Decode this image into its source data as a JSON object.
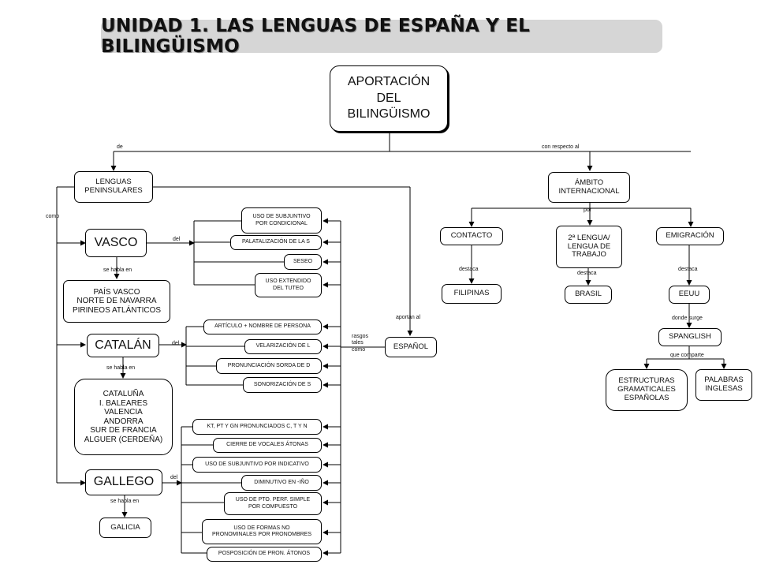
{
  "title": "UNIDAD 1. LAS LENGUAS DE ESPAÑA Y EL BILINGÜISMO",
  "root": "APORTACIÓN\nDEL\nBILINGÜISMO",
  "edge_labels": {
    "de": "de",
    "con_respecto_al": "con respecto al",
    "como": "como",
    "del_vasco": "del",
    "del_catalan": "del",
    "del_gallego": "del",
    "se_habla_en_1": "se habla en",
    "se_habla_en_2": "se habla en",
    "se_habla_en_3": "se habla en",
    "aportan_al": "aportan al",
    "rasgos_tales_como": "rasgos\ntales\ncomo",
    "por": "por",
    "destaca_1": "destaca",
    "destaca_2": "destaca",
    "destaca_3": "destaca",
    "donde_surge": "donde surge",
    "que_comparte": "que comparte"
  },
  "left": {
    "lenguas": "LENGUAS\nPENINSULARES",
    "vasco": "VASCO",
    "vasco_lugares": "PAÍS VASCO\nNORTE DE NAVARRA\nPIRINEOS ATLÁNTICOS",
    "catalan": "CATALÁN",
    "catalan_lugares": "CATALUÑA\nI. BALEARES\nVALENCIA\nANDORRA\nSUR DE FRANCIA\nALGUER (CERDEÑA)",
    "gallego": "GALLEGO",
    "gallego_lugares": "GALICIA"
  },
  "rasgos_vasco": [
    "USO DE SUBJUNTIVO\nPOR CONDICIONAL",
    "PALATALIZACIÓN DE LA S",
    "SESEO",
    "USO EXTENDIDO\nDEL TUTEO"
  ],
  "rasgos_catalan": [
    "ARTÍCULO + NOMBRE DE PERSONA",
    "VELARIZACIÓN DE L",
    "PRONUNCIACIÓN SORDA DE D",
    "SONORIZACIÓN DE S"
  ],
  "rasgos_gallego": [
    "KT, PT Y GN PRONUNCIADOS C, T Y N",
    "CIERRE DE VOCALES ÁTONAS",
    "USO DE SUBJUNTIVO POR INDICATIVO",
    "DIMINUTIVO EN -IÑO",
    "USO DE PTO. PERF. SIMPLE\nPOR COMPUESTO",
    "USO DE FORMAS NO\nPRONOMINALES POR PRONOMBRES",
    "POSPOSICIÓN DE PRON. ÁTONOS"
  ],
  "espanol": "ESPAÑOL",
  "right": {
    "ambito": "ÁMBITO\nINTERNACIONAL",
    "contacto": "CONTACTO",
    "segunda_lengua": "2ª LENGUA/\nLENGUA DE\nTRABAJO",
    "emigracion": "EMIGRACIÓN",
    "filipinas": "FILIPINAS",
    "brasil": "BRASIL",
    "eeuu": "EEUU",
    "spanglish": "SPANGLISH",
    "estructuras": "ESTRUCTURAS\nGRAMATICALES\nESPAÑOLAS",
    "palabras": "PALABRAS\nINGLESAS"
  }
}
